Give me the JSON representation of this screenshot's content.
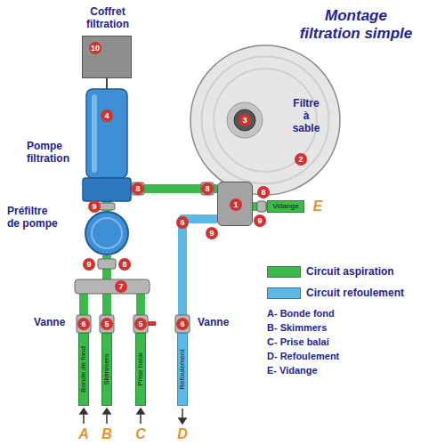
{
  "diagram": {
    "title": "Montage filtration simple",
    "nodes": [
      {
        "text": [
          "Coffret filtration",
          "10"
        ]
      },
      {
        "text": [
          "Pompe filtration",
          "4"
        ]
      },
      {
        "text": [
          "Filtre à sable",
          "2"
        ]
      },
      {
        "text": [
          "3"
        ],
        "in": 2
      },
      {
        "text": [
          "1"
        ]
      },
      {
        "text": [
          "Préfiltre de pompe"
        ]
      },
      {
        "text": [
          "Vidange"
        ]
      },
      {
        "text": [
          "Bonde de fond"
        ]
      },
      {
        "text": [
          "Skimmers"
        ]
      },
      {
        "text": [
          "Prise balai"
        ]
      },
      {
        "text": [
          "Refoulement"
        ]
      }
    ],
    "edges": [
      {
        "from": 0,
        "to": 1,
        "arrow": "none"
      },
      {
        "from": 7,
        "to": 5,
        "arrow": "none"
      },
      {
        "from": 8,
        "to": 5,
        "arrow": "none"
      },
      {
        "from": 9,
        "to": 5,
        "arrow": "none"
      },
      {
        "from": 5,
        "to": 1,
        "arrow": "none"
      },
      {
        "from": 1,
        "to": 4,
        "arrow": "none"
      },
      {
        "from": 4,
        "to": 6,
        "arrow": "none"
      },
      {
        "from": 4,
        "to": 10,
        "arrow": "none"
      }
    ],
    "labels": [
      "Vanne",
      "Vanne",
      "8",
      "9",
      "8",
      "8",
      "9",
      "9",
      "6",
      "9",
      "8",
      "7",
      "6",
      "5",
      "5",
      "6",
      "A",
      "B",
      "C",
      "D",
      "E",
      "A- Bonde fond",
      "B- Skimmers",
      "C- Prise balai",
      "D- Refoulement",
      "E- Vidange"
    ],
    "legend": [
      {
        "text": "Circuit aspiration",
        "color": "#3cb94a"
      },
      {
        "text": "Circuit refoulement",
        "color": "#5cb8e6"
      }
    ]
  }
}
